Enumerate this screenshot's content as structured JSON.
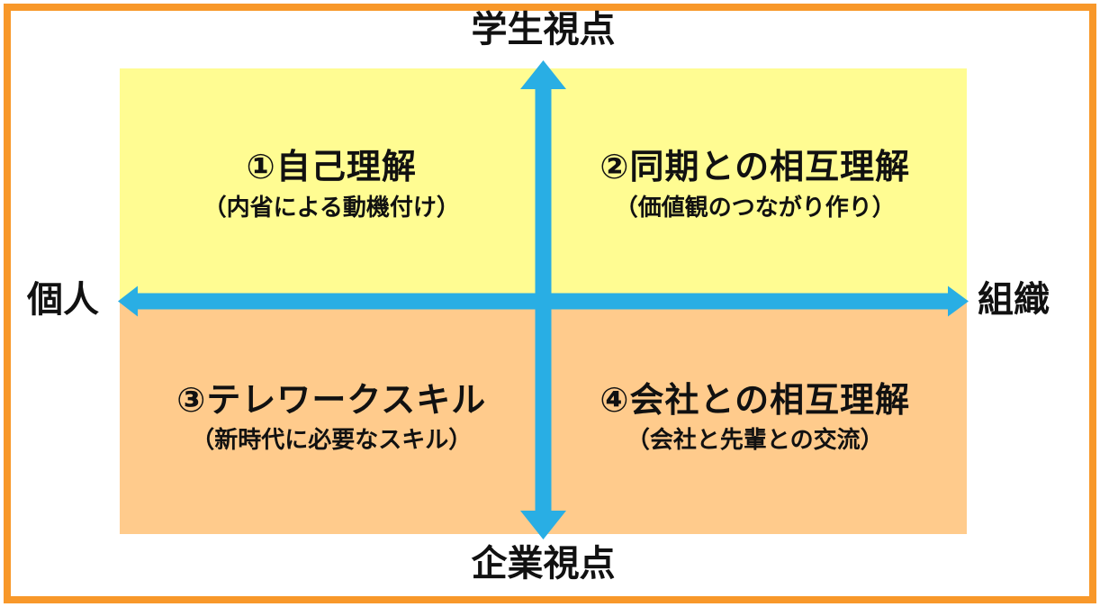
{
  "diagram": {
    "axis": {
      "top": "学生視点",
      "bottom": "企業視点",
      "left": "個人",
      "right": "組織"
    },
    "quadrants": [
      {
        "position": "top-left",
        "title": "①自己理解",
        "subtitle": "（内省による動機付け）"
      },
      {
        "position": "top-right",
        "title": "②同期との相互理解",
        "subtitle": "（価値観のつながり作り）"
      },
      {
        "position": "bottom-left",
        "title": "③テレワークスキル",
        "subtitle": "（新時代に必要なスキル）"
      },
      {
        "position": "bottom-right",
        "title": "④会社との相互理解",
        "subtitle": "（会社と先輩との交流）"
      }
    ],
    "colors": {
      "quadrant_top_fill": "#FFFC92",
      "quadrant_bottom_fill": "#FFCB8C",
      "arrow": "#29AEE4",
      "border": "#F8982A",
      "text": "#111111"
    }
  }
}
